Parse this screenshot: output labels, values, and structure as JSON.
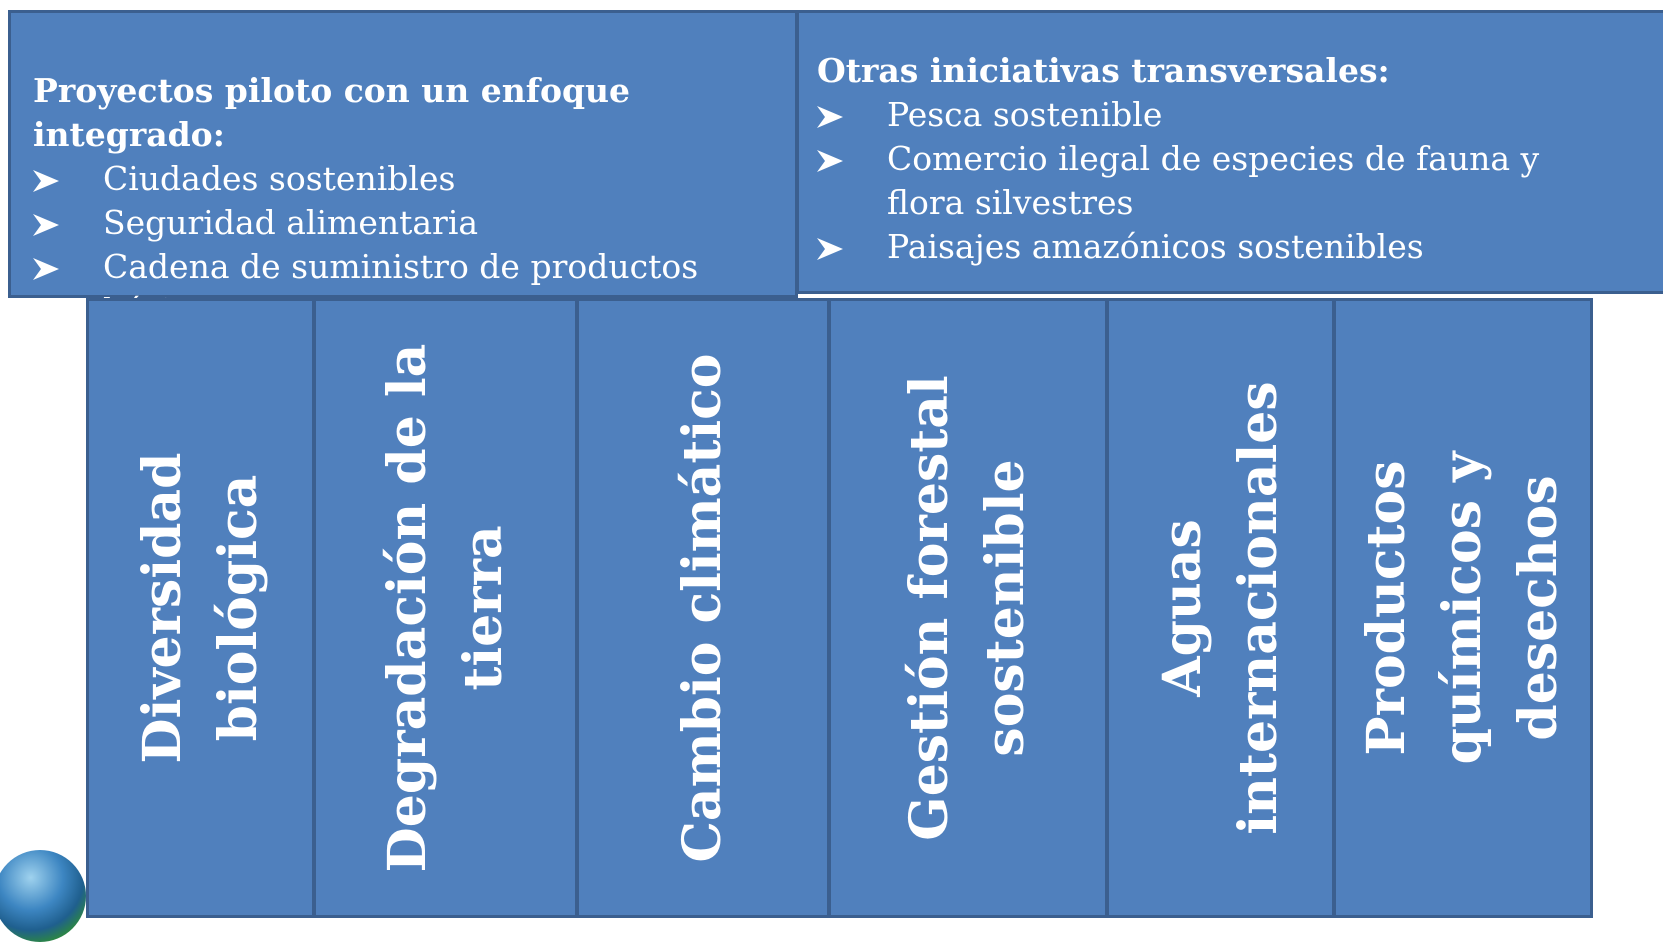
{
  "boxes": {
    "pilot": {
      "title": "Proyectos piloto con un enfoque integrado:",
      "items": [
        "Ciudades sostenibles",
        "Seguridad alimentaria",
        "Cadena de suministro de productos básicos"
      ]
    },
    "other": {
      "title": "Otras iniciativas transversales:",
      "items": [
        "Pesca sostenible",
        "Comercio ilegal de especies de fauna y flora silvestres",
        "Paisajes amazónicos sostenibles"
      ]
    }
  },
  "columns": [
    {
      "label": "Diversidad biológica"
    },
    {
      "label": "Degradación de la tierra"
    },
    {
      "label": "Cambio climático"
    },
    {
      "label": "Gestión forestal sostenible"
    },
    {
      "label": "Aguas internacionales"
    },
    {
      "label": "Productos químicos y desechos"
    }
  ],
  "colors": {
    "fill": "#5080bd",
    "border": "#3b5f8f",
    "text": "#ffffff"
  },
  "icons": {
    "bullet": "arrowhead-bullet-icon",
    "logo": "globe-icon"
  }
}
